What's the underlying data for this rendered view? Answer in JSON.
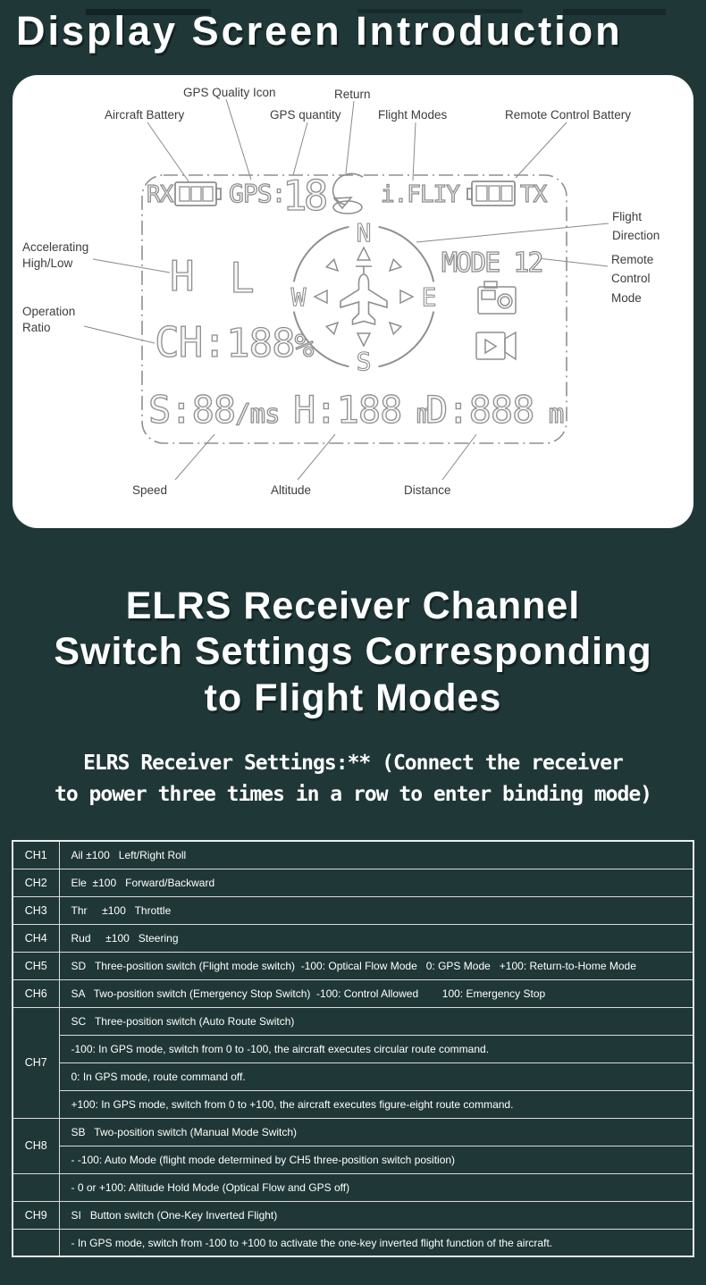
{
  "title": "Display Screen Introduction",
  "card": {
    "callouts": {
      "gps_quality": "GPS Quality Icon",
      "return_label": "Return",
      "aircraft_battery": "Aircraft Battery",
      "gps_quantity": "GPS quantity",
      "flight_modes": "Flight Modes",
      "rc_battery": "Remote Control Battery",
      "flight_direction": "Flight\nDirection",
      "rc_mode": "Remote\nControl\nMode",
      "accelerating": "Accelerating\nHigh/Low",
      "operation_ratio": "Operation\nRatio",
      "speed": "Speed",
      "altitude": "Altitude",
      "distance": "Distance"
    },
    "display": {
      "rx_label": "RX",
      "gps_label": "GPS:",
      "gps_value": "18",
      "flight_mode": "i.FLIY",
      "tx_label": "TX",
      "accel_high": "H",
      "accel_low": "L",
      "mode": "MODE 12",
      "ch_prefix": "CH:",
      "ch_value": "188",
      "ch_unit": "%",
      "speed_prefix": "S:",
      "speed_value": "88",
      "speed_unit": "/ms",
      "altitude_prefix": "H:",
      "altitude_value": "188",
      "altitude_unit": "m",
      "distance_prefix": "D:",
      "distance_value": "888",
      "distance_unit": "m",
      "compass_n": "N",
      "compass_e": "E",
      "compass_s": "S",
      "compass_w": "W"
    }
  },
  "section": {
    "heading": "ELRS Receiver Channel\nSwitch Settings Corresponding\nto Flight Modes",
    "subtext": "ELRS Receiver Settings:** (Connect the receiver\nto power three times in a row to enter binding mode)"
  },
  "table": {
    "rows": [
      {
        "label": "CH1",
        "rowspan": 1,
        "text": "Ail ±100   Left/Right Roll"
      },
      {
        "label": "CH2",
        "rowspan": 1,
        "text": "Ele  ±100   Forward/Backward"
      },
      {
        "label": "CH3",
        "rowspan": 1,
        "text": "Thr     ±100   Throttle"
      },
      {
        "label": "CH4",
        "rowspan": 1,
        "text": "Rud     ±100   Steering"
      },
      {
        "label": "CH5",
        "rowspan": 1,
        "text": "SD   Three-position switch (Flight mode switch)  -100: Optical Flow Mode   0: GPS Mode   +100: Return-to-Home Mode"
      },
      {
        "label": "CH6",
        "rowspan": 1,
        "text": "SA   Two-position switch (Emergency Stop Switch)  -100: Control Allowed        100: Emergency Stop"
      },
      {
        "label": "CH7",
        "rowspan": 4,
        "text": "SC   Three-position switch (Auto Route Switch)"
      },
      {
        "text": "-100: In GPS mode, switch from 0 to -100, the aircraft executes circular route command."
      },
      {
        "text": "0: In GPS mode, route command off."
      },
      {
        "text": "+100: In GPS mode, switch from 0 to +100, the aircraft executes figure-eight route command."
      },
      {
        "label": "CH8",
        "rowspan": 2,
        "text": "SB   Two-position switch (Manual Mode Switch)"
      },
      {
        "text": "- -100: Auto Mode (flight mode determined by CH5 three-position switch position)"
      },
      {
        "label": "",
        "rowspan": 1,
        "text": "- 0 or +100: Altitude Hold Mode (Optical Flow and GPS off)"
      },
      {
        "label": "CH9",
        "rowspan": 1,
        "text": "SI   Button switch (One-Key Inverted Flight)"
      },
      {
        "label": "",
        "rowspan": 1,
        "text": "- In GPS mode, switch from -100 to +100 to activate the one-key inverted flight function of the aircraft."
      }
    ]
  },
  "colors": {
    "background": "#203737",
    "card": "#ffffff",
    "diagram_stroke": "#8f8f8f",
    "label_text": "#3d3d3d",
    "table_border": "#ededed",
    "text": "#ffffff"
  }
}
